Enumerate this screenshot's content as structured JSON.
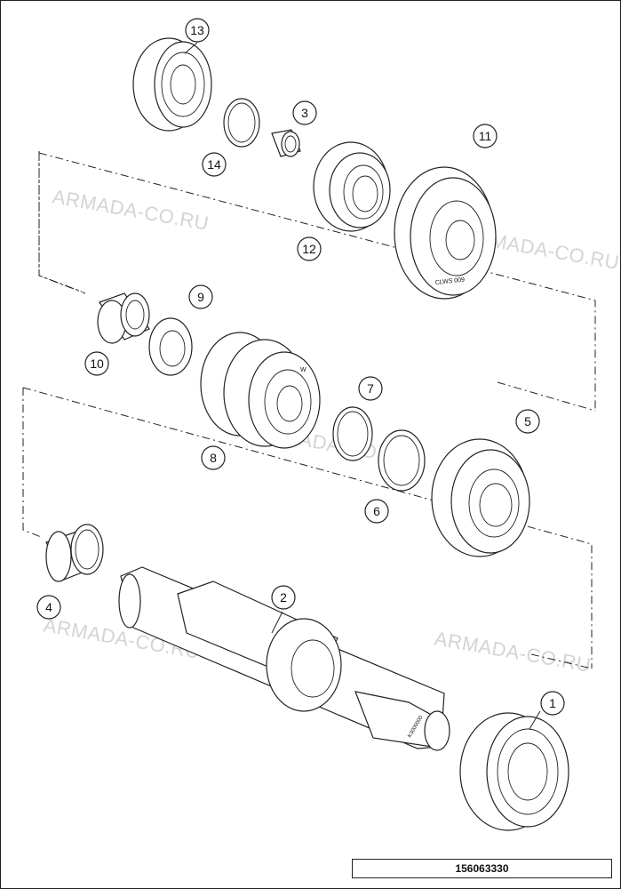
{
  "watermark": "ARMADA-CO.RU",
  "part_number": "156063330",
  "gear_markings": {
    "gear_11": "CLWS 009",
    "gear_8": "W",
    "shaft": "K3000000"
  },
  "callouts": [
    {
      "id": "callout-1",
      "label": "1"
    },
    {
      "id": "callout-2",
      "label": "2"
    },
    {
      "id": "callout-3",
      "label": "3"
    },
    {
      "id": "callout-4",
      "label": "4"
    },
    {
      "id": "callout-5",
      "label": "5"
    },
    {
      "id": "callout-6",
      "label": "6"
    },
    {
      "id": "callout-7",
      "label": "7"
    },
    {
      "id": "callout-8",
      "label": "8"
    },
    {
      "id": "callout-9",
      "label": "9"
    },
    {
      "id": "callout-10",
      "label": "10"
    },
    {
      "id": "callout-11",
      "label": "11"
    },
    {
      "id": "callout-12",
      "label": "12"
    },
    {
      "id": "callout-13",
      "label": "13"
    },
    {
      "id": "callout-14",
      "label": "14"
    }
  ]
}
